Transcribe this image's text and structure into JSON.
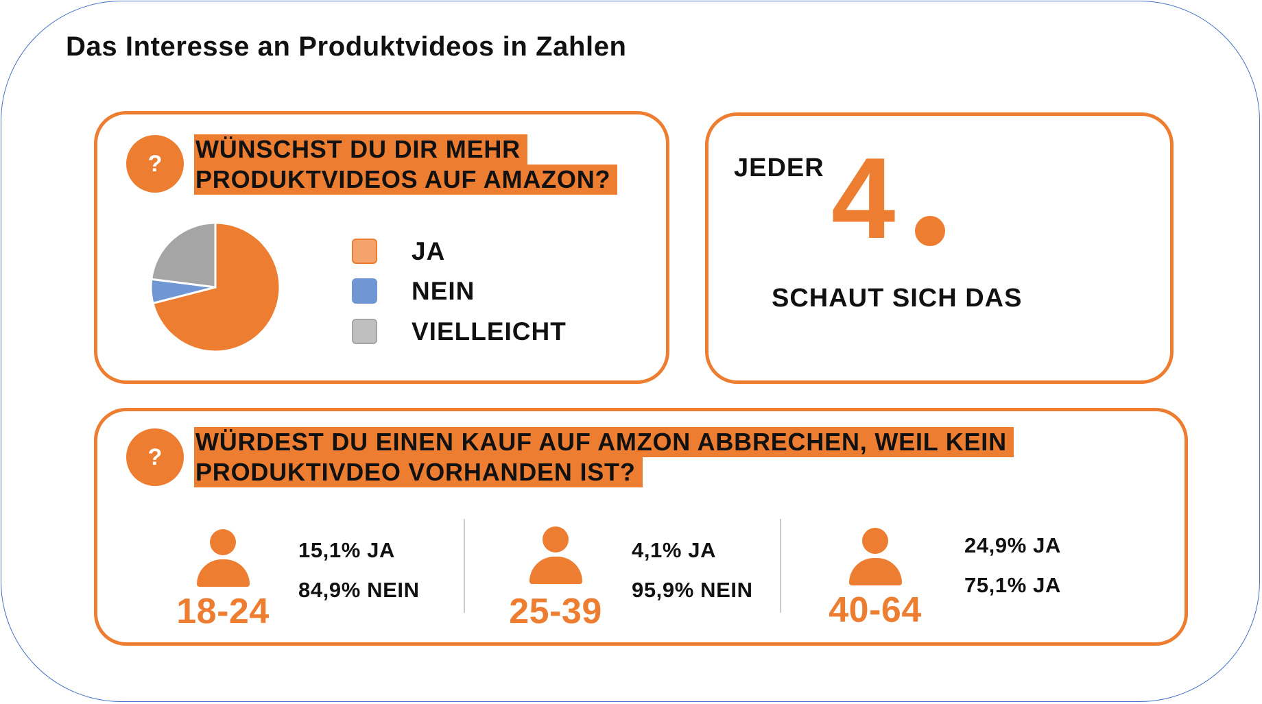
{
  "title": "Das Interesse an Produktvideos in Zahlen",
  "colors": {
    "accent": "#ED7D31",
    "frame": "#4472C4",
    "nein": "#7196D4",
    "vielleicht": "#A5A5A5"
  },
  "question_icon": "?",
  "card1": {
    "heading_lines": [
      "WÜNSCHST DU DIR MEHR",
      "PRODUKTVIDEOS AUF AMAZON?"
    ]
  },
  "chart_data": {
    "type": "pie",
    "title": "WÜNSCHST DU DIR MEHR PRODUKTVIDEOS AUF AMAZON?",
    "categories": [
      "JA",
      "NEIN",
      "VIELLEICHT"
    ],
    "values": [
      71,
      6,
      23
    ],
    "unit": "percent (estimated)",
    "colors": [
      "#ED7D31",
      "#7196D4",
      "#A5A5A5"
    ],
    "legend_colors": [
      "#F4A36C",
      "#7196D4",
      "#BFBFBF"
    ],
    "legend_position": "right"
  },
  "card2": {
    "top": "JEDER",
    "number": "4",
    "bottom": "SCHAUT SICH DAS"
  },
  "card3": {
    "heading_lines": [
      "WÜRDEST DU EINEN KAUF AUF AMZON ABBRECHEN, WEIL KEIN",
      "PRODUKTIVDEO VORHANDEN IST?"
    ],
    "groups": [
      {
        "age": "18-24",
        "line1": "15,1% JA",
        "line2": "84,9% NEIN"
      },
      {
        "age": "25-39",
        "line1": "4,1% JA",
        "line2": "95,9% NEIN"
      },
      {
        "age": "40-64",
        "line1": "24,9% JA",
        "line2": "75,1% JA"
      }
    ]
  }
}
